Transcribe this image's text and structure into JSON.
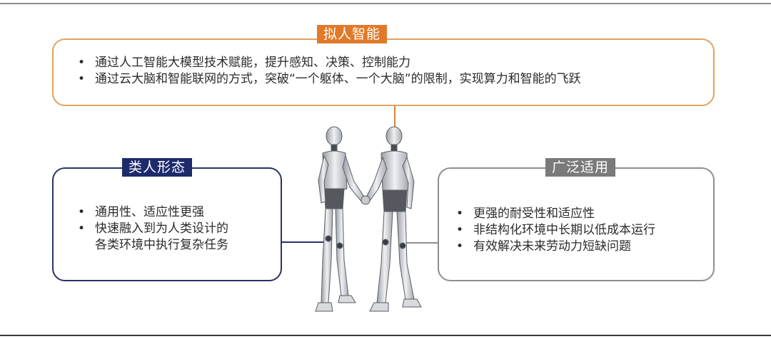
{
  "diagram": {
    "top_section": {
      "title": "拟人智能",
      "color": "#e07a2a",
      "bullets": [
        "通过人工智能大模型技术赋能，提升感知、决策、控制能力",
        "通过云大脑和智能联网的方式，突破“一个躯体、一个大脑”的限制，实现算力和智能的飞跃"
      ]
    },
    "left_section": {
      "title": "类人形态",
      "color": "#1d2a6b",
      "bullets": [
        "通用性、适应性更强",
        "快速融入到为人类设计的",
        "各类环境中执行复杂任务"
      ]
    },
    "right_section": {
      "title": "广泛适用",
      "color": "#7a7a7a",
      "bullets": [
        "更强的耐受性和适应性",
        "非结构化环境中长期以低成本运行",
        "有效解决未来劳动力短缺问题"
      ]
    },
    "center_image": "two-humanoid-robots-shaking-hands",
    "bullet_glyph": "•"
  }
}
